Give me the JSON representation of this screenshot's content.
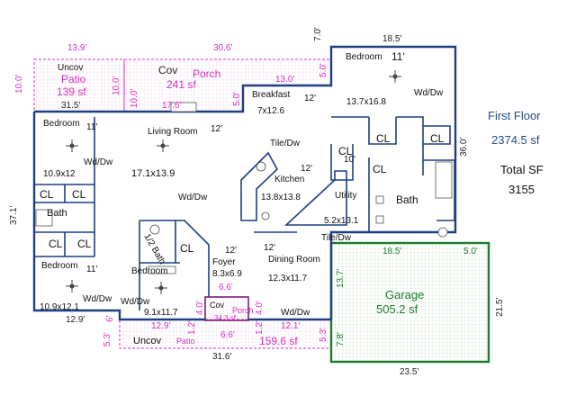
{
  "summary": {
    "first_floor_label": "First Floor",
    "first_floor_value": "2374.5 sf",
    "total_label": "Total SF",
    "total_value": "3155"
  },
  "rooms": {
    "uncov_patio_top": {
      "line1": "Uncov",
      "line2": "Patio",
      "area": "139 sf"
    },
    "cov_porch_top": {
      "line1": "Cov",
      "line2": "Porch",
      "area": "241 sf"
    },
    "bedroom_top_right": {
      "name": "Bedroom",
      "ceiling": "11'",
      "size": "13.7x16.8",
      "note": "Wd/Dw"
    },
    "breakfast": {
      "name": "Breakfast",
      "ceiling": "12'",
      "size": "7x12.6"
    },
    "bedroom_upper_left": {
      "name": "Bedroom",
      "ceiling": "11'",
      "size": "10.9x12",
      "note": "Wd/Dw"
    },
    "living": {
      "name": "Living Room",
      "ceiling": "12'",
      "size": "17.1x13.9",
      "note": "Wd/Dw"
    },
    "kitchen": {
      "name": "Kitchen",
      "ceiling": "12'",
      "size": "13.8x13.8",
      "note": "Tile/Dw"
    },
    "utility": {
      "name": "Utility",
      "ceiling": "10'",
      "size": "5.2x13.1",
      "note": "Tile/Dw"
    },
    "bath_right": {
      "name": "Bath"
    },
    "bath_left": {
      "name": "Bath"
    },
    "half_bath": {
      "name": "1/2 Bath"
    },
    "bedroom_lower_left": {
      "name": "Bedroom",
      "ceiling": "11'",
      "size": "10.9x12.1",
      "note": "Wd/Dw"
    },
    "bedroom_mid": {
      "name": "Bedroom",
      "size": "9.1x11.7",
      "note": "Wd/Dw"
    },
    "foyer": {
      "name": "Foyer",
      "ceiling": "12'",
      "size": "8.3x6.9"
    },
    "dining": {
      "name": "Dining Room",
      "ceiling": "12'",
      "size": "12.3x11.7",
      "note": "Wd/Dw"
    },
    "cov_porch_small": {
      "line1": "Cov",
      "line2": "Porch",
      "area": "34.3 sf"
    },
    "uncov_patio_bottom": {
      "line1": "Uncov",
      "line2": "Patio",
      "area": "159.6 sf"
    },
    "garage": {
      "name": "Garage",
      "area": "505.2 sf"
    }
  },
  "closet_label": "CL",
  "dimensions": {
    "top_13_9": "13.9'",
    "top_30_6": "30.6'",
    "top_7_0": "7.0'",
    "top_18_5": "18.5'",
    "patio_31_5": "31.5'",
    "patio_left_10": "10.0'",
    "patio_mid_10": "10.0'",
    "porch_17_6": "17.6'",
    "porch_5_0_low": "5.0'",
    "porch_13_0": "13.0'",
    "porch_5_0_high": "5.0'",
    "right_36_0": "36.0'",
    "left_37_1": "37.1'",
    "bottom_12_9": "12.9'",
    "bottom_6": "6'",
    "bottom_12_9_b": "12.9'",
    "bottom_1_2_a": "1.2'",
    "bottom_4_0_a": "4.0'",
    "bottom_6_6_a": "6.6'",
    "bottom_4_0_b": "4.0'",
    "bottom_1_2_b": "1.2'",
    "bottom_12_1": "12.1'",
    "bottom_6_6_b": "6.6'",
    "bottom_5_3_left": "5.3'",
    "bottom_5_3_right": "5.3'",
    "bottom_31_6": "31.6'",
    "garage_18_5": "18.5'",
    "garage_5_0": "5.0'",
    "garage_13_7": "13.7'",
    "garage_7_8": "7.8'",
    "garage_21_5": "21.5'",
    "garage_23_5": "23.5'"
  },
  "colors": {
    "wall": "#1f3f82",
    "porch_outline": "#d42fc0",
    "garage": "#1f7a2e",
    "summary_blue": "#1f4f8a"
  }
}
